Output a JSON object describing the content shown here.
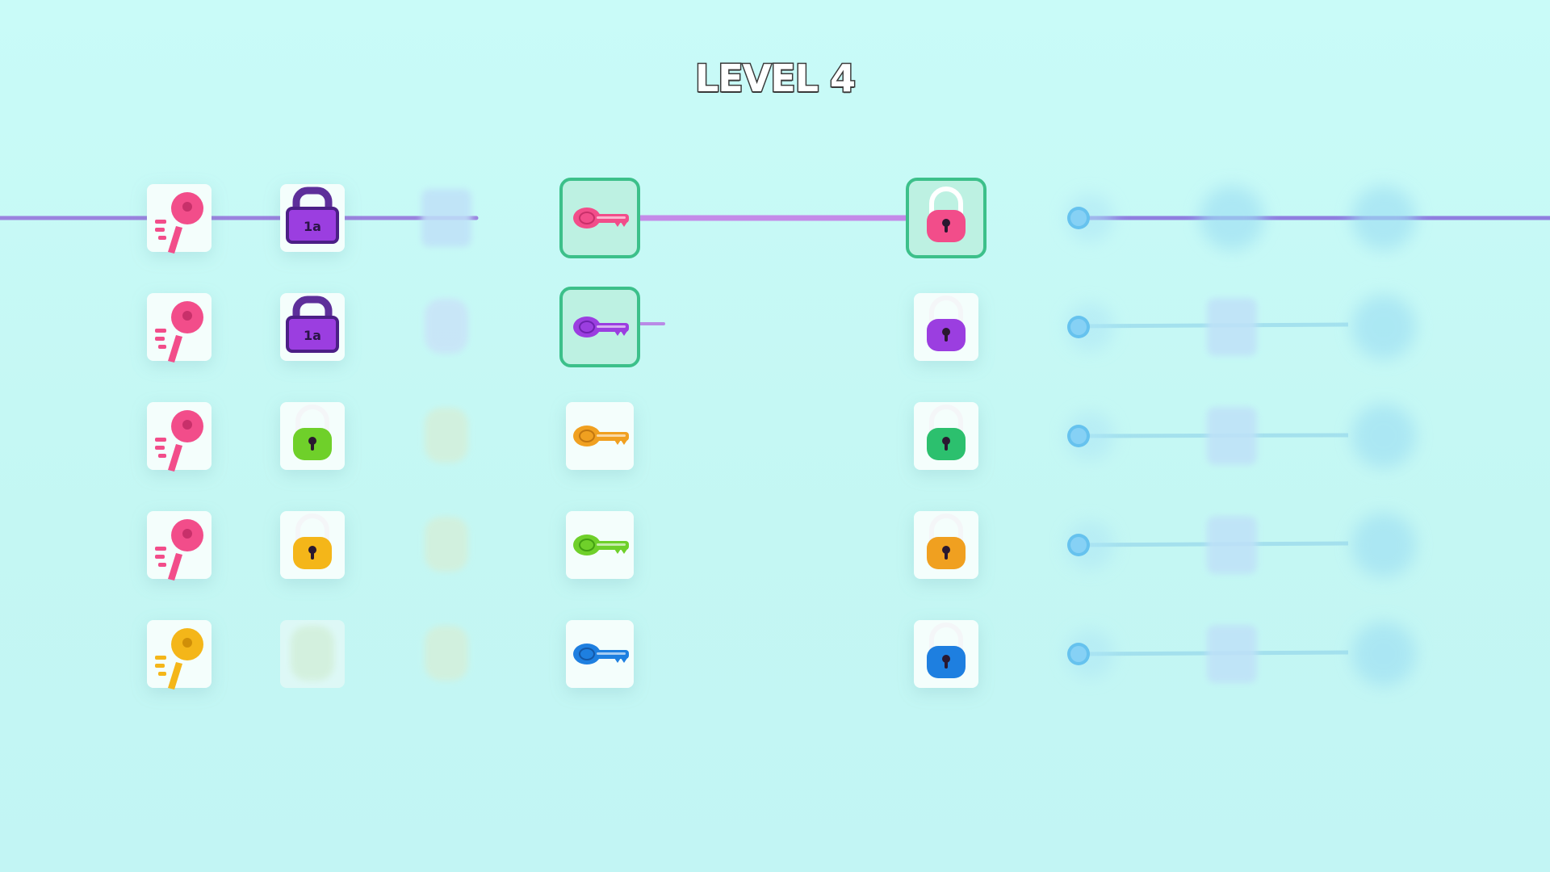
{
  "title": "LEVEL 4",
  "colors": {
    "background": "#c6f9f6",
    "wire": "#a98be8",
    "wire_dark": "#7d6ad6",
    "selected_border": "#3cc08a",
    "pink": "#f24d8a",
    "purple": "#9b3ee0",
    "green": "#2cc06e",
    "orange": "#f0a020",
    "blue": "#1e7fe0",
    "yellow": "#f4b619",
    "lime": "#6fd02a"
  },
  "grid": {
    "rows": [
      {
        "cells": [
          {
            "kind": "key",
            "style": "cluster",
            "color": "pink"
          },
          {
            "kind": "lock",
            "style": "box",
            "color": "purple",
            "label": "1a"
          },
          {
            "kind": "lock",
            "style": "ghost-box",
            "color": "blue"
          },
          {
            "kind": "key",
            "style": "flat",
            "color": "pink",
            "selected": true
          },
          {
            "kind": "lock",
            "style": "round",
            "color": "pink",
            "selected": true
          },
          {
            "kind": "node",
            "style": "dot"
          },
          {
            "kind": "node",
            "style": "ghost-dot"
          },
          {
            "kind": "node",
            "style": "ghost-dot"
          }
        ]
      },
      {
        "cells": [
          {
            "kind": "key",
            "style": "cluster",
            "color": "pink"
          },
          {
            "kind": "lock",
            "style": "box",
            "color": "purple",
            "label": "1a"
          },
          {
            "kind": "lock",
            "style": "ghost",
            "color": "blue"
          },
          {
            "kind": "key",
            "style": "flat",
            "color": "purple",
            "selected": true
          },
          {
            "kind": "lock",
            "style": "round",
            "color": "purple"
          },
          {
            "kind": "node",
            "style": "dot"
          },
          {
            "kind": "lock",
            "style": "ghost-box",
            "color": "blue"
          },
          {
            "kind": "node",
            "style": "ghost-dot"
          }
        ]
      },
      {
        "cells": [
          {
            "kind": "key",
            "style": "cluster",
            "color": "pink"
          },
          {
            "kind": "lock",
            "style": "round",
            "color": "lime"
          },
          {
            "kind": "lock",
            "style": "ghost",
            "color": "lime"
          },
          {
            "kind": "key",
            "style": "flat",
            "color": "orange"
          },
          {
            "kind": "lock",
            "style": "round",
            "color": "green"
          },
          {
            "kind": "node",
            "style": "dot"
          },
          {
            "kind": "lock",
            "style": "ghost-box",
            "color": "blue"
          },
          {
            "kind": "node",
            "style": "ghost-dot"
          }
        ]
      },
      {
        "cells": [
          {
            "kind": "key",
            "style": "cluster",
            "color": "pink"
          },
          {
            "kind": "lock",
            "style": "round",
            "color": "yellow"
          },
          {
            "kind": "lock",
            "style": "ghost",
            "color": "lime"
          },
          {
            "kind": "key",
            "style": "flat",
            "color": "lime"
          },
          {
            "kind": "lock",
            "style": "round",
            "color": "orange"
          },
          {
            "kind": "node",
            "style": "dot"
          },
          {
            "kind": "lock",
            "style": "ghost-box",
            "color": "blue"
          },
          {
            "kind": "node",
            "style": "ghost-dot"
          }
        ]
      },
      {
        "cells": [
          {
            "kind": "key",
            "style": "cluster",
            "color": "yellow"
          },
          {
            "kind": "lock",
            "style": "ghost",
            "color": "lime"
          },
          {
            "kind": "lock",
            "style": "ghost",
            "color": "lime"
          },
          {
            "kind": "key",
            "style": "flat",
            "color": "blue"
          },
          {
            "kind": "lock",
            "style": "round",
            "color": "blue"
          },
          {
            "kind": "node",
            "style": "dot"
          },
          {
            "kind": "lock",
            "style": "ghost-box",
            "color": "blue"
          },
          {
            "kind": "node",
            "style": "ghost-dot"
          }
        ]
      }
    ]
  }
}
